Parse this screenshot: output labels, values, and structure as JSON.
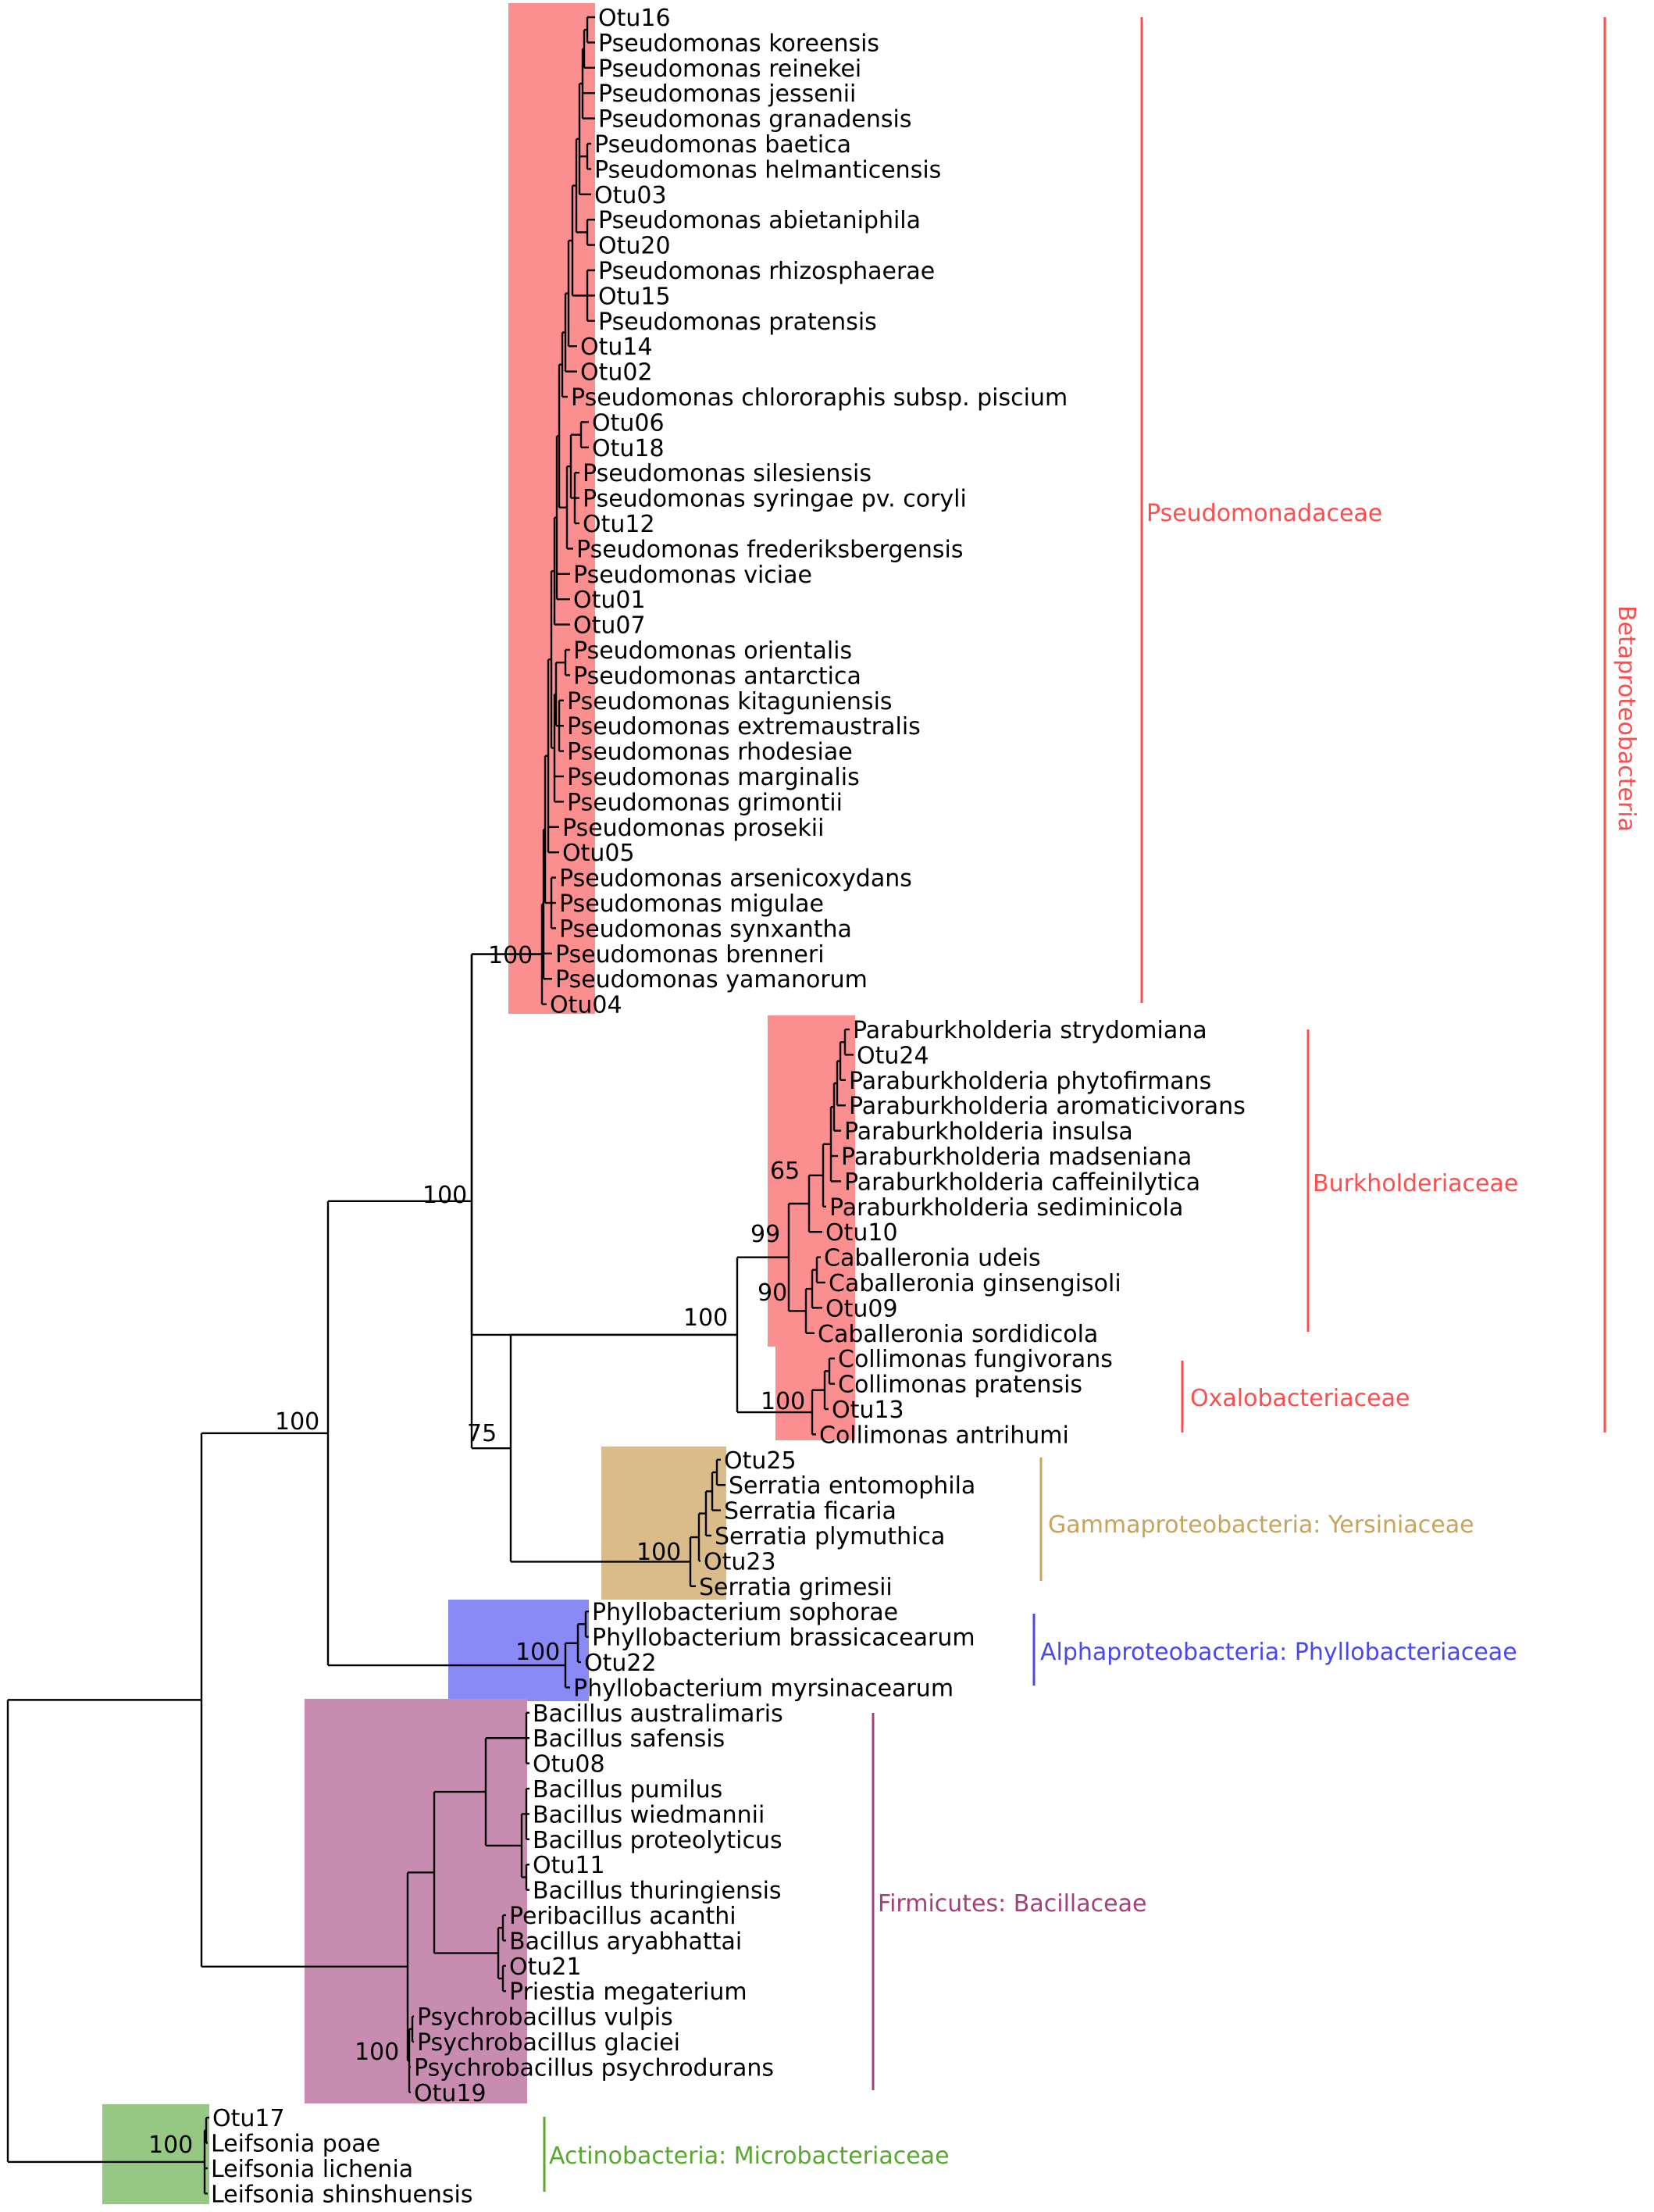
{
  "colors": {
    "branch": "#000000",
    "pseudomonadaceae": "#ff4d4d",
    "pseudomonadaceae_fill": "#fb8f8f",
    "burkholderiaceae": "#ff4d4d",
    "burkholderiaceae_fill": "#fb8f8f",
    "oxalobacteriaceae": "#ff4d4d",
    "yersiniaceae": "#c8a45a",
    "yersiniaceae_fill": "#d9bc8a",
    "phyllobacteriaceae": "#4848f0",
    "phyllobacteriaceae_fill": "#8a8af6",
    "bacillaceae": "#a2407a",
    "bacillaceae_fill": "#c88cb0",
    "microbacteriaceae": "#58a830",
    "microbacteriaceae_fill": "#96c884",
    "betaproteobacteria": "#ff4d4d"
  },
  "taxa": [
    "Otu16",
    "Pseudomonas koreensis",
    "Pseudomonas reinekei",
    "Pseudomonas jessenii",
    "Pseudomonas granadensis",
    "Pseudomonas baetica",
    "Pseudomonas helmanticensis",
    "Otu03",
    "Pseudomonas abietaniphila",
    "Otu20",
    "Pseudomonas rhizosphaerae",
    "Otu15",
    "Pseudomonas pratensis",
    "Otu14",
    "Otu02",
    "Pseudomonas chlororaphis subsp. piscium",
    "Otu06",
    "Otu18",
    "Pseudomonas silesiensis",
    "Pseudomonas syringae pv. coryli",
    "Otu12",
    "Pseudomonas frederiksbergensis",
    "Pseudomonas viciae",
    "Otu01",
    "Otu07",
    "Pseudomonas orientalis",
    "Pseudomonas antarctica",
    "Pseudomonas kitaguniensis",
    "Pseudomonas extremaustralis",
    "Pseudomonas rhodesiae",
    "Pseudomonas marginalis",
    "Pseudomonas grimontii",
    "Pseudomonas prosekii",
    "Otu05",
    "Pseudomonas arsenicoxydans",
    "Pseudomonas migulae",
    "Pseudomonas synxantha",
    "Pseudomonas brenneri",
    "Pseudomonas yamanorum",
    "Otu04",
    "Paraburkholderia strydomiana",
    "Otu24",
    "Paraburkholderia phytofirmans",
    "Paraburkholderia aromaticivorans",
    "Paraburkholderia insulsa",
    "Paraburkholderia madseniana",
    "Paraburkholderia caffeinilytica",
    "Paraburkholderia sediminicola",
    "Otu10",
    "Caballeronia udeis",
    "Caballeronia ginsengisoli",
    "Otu09",
    "Caballeronia sordidicola",
    "Collimonas fungivorans",
    "Collimonas pratensis",
    "Otu13",
    "Collimonas antrihumi",
    "Otu25",
    "Serratia entomophila",
    "Serratia ficaria",
    "Serratia plymuthica",
    "Otu23",
    "Serratia grimesii",
    "Phyllobacterium sophorae",
    "Phyllobacterium brassicacearum",
    "Otu22",
    "Phyllobacterium myrsinacearum",
    "Bacillus australimaris",
    "Bacillus safensis",
    "Otu08",
    "Bacillus pumilus",
    "Bacillus wiedmannii",
    "Bacillus proteolyticus",
    "Otu11",
    "Bacillus thuringiensis",
    "Peribacillus acanthi",
    "Bacillus aryabhattai",
    "Otu21",
    "Priestia megaterium",
    "Psychrobacillus vulpis",
    "Psychrobacillus glaciei",
    "Psychrobacillus psychrodurans",
    "Otu19",
    "Otu17",
    "Leifsonia poae",
    "Leifsonia lichenia",
    "Leifsonia shinshuensis"
  ],
  "bootstrap": [
    {
      "id": "pseudomonas",
      "value": "100"
    },
    {
      "id": "pseudo-burk",
      "value": "100"
    },
    {
      "id": "proteo",
      "value": "100"
    },
    {
      "id": "beta-gamma",
      "value": "75"
    },
    {
      "id": "burk-oxa",
      "value": "100"
    },
    {
      "id": "burk",
      "value": "99"
    },
    {
      "id": "caballeronia",
      "value": "90"
    },
    {
      "id": "paraburk",
      "value": "65"
    },
    {
      "id": "collimonas",
      "value": "100"
    },
    {
      "id": "serratia",
      "value": "100"
    },
    {
      "id": "phyllobacterium",
      "value": "100"
    },
    {
      "id": "bacillaceae",
      "value": "100"
    },
    {
      "id": "leifsonia",
      "value": "100"
    }
  ],
  "clades": [
    {
      "id": "pseudomonadaceae",
      "label": "Pseudomonadaceae"
    },
    {
      "id": "burkholderiaceae",
      "label": "Burkholderiaceae"
    },
    {
      "id": "oxalobacteriaceae",
      "label": "Oxalobacteriaceae"
    },
    {
      "id": "yersiniaceae",
      "label": "Gammaproteobacteria: Yersiniaceae"
    },
    {
      "id": "phyllobacteriaceae",
      "label": "Alphaproteobacteria: Phyllobacteriaceae"
    },
    {
      "id": "bacillaceae",
      "label": "Firmicutes: Bacillaceae"
    },
    {
      "id": "microbacteriaceae",
      "label": "Actinobacteria: Microbacteriaceae"
    }
  ],
  "class_label": "Betaproteobacteria"
}
